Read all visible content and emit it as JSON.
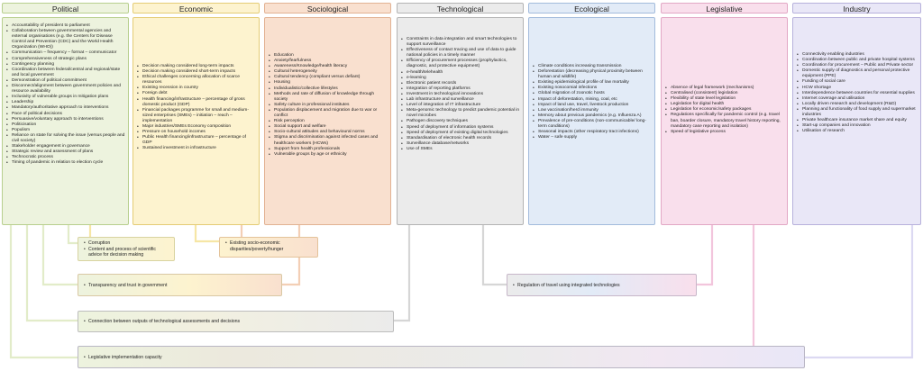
{
  "columns": {
    "political": {
      "title": "Political",
      "items": [
        "Accountability of president to parliament",
        "Collaboration between governmental agencies and external organisations (e.g. the Centers for Disease Control and Prevention (CDC) and the World Health Organization (WHO))",
        "Communication – frequency – format – communicator",
        "Comprehensiveness of strategic plans",
        "Contingency planning",
        "Coordination between federal/central and regional/state and local government",
        "Demonstration of political commitment",
        "Disconnect/alignment between government policies and resource availability",
        "Inclusivity of vulnerable groups in mitigation plans",
        "Leadership",
        "Mandatory/authoritative approach to interventions",
        "Pace of political decisions",
        "Persuasive/voluntary approach to interventions",
        "Politicisation",
        "Populism",
        "Reliance on state for solving the issue (versus people and civil society)",
        "Stakeholder engagement in governance",
        "Strategic review and assessment of plans",
        "Technocratic process",
        "Timing of pandemic in relation to election cycle"
      ]
    },
    "economic": {
      "title": "Economic",
      "items": [
        "Decision making considered long-term impacts",
        "Decision making considered short-term impacts",
        "Ethical challenges concerning allocation of scarce resources",
        "Existing recession in country",
        "Foreign debt",
        "Health financing/infrastructure – percentage of gross domestic product (GDP)",
        "Financial packages programme for small and medium-sized enterprises (SMEs) – initiation – reach – implementation",
        "Major industries/SMEs Economy composition",
        "Pressure on household incomes",
        "Public Health financing/infrastructure – percentage of GDP",
        "Sustained investment in infrastructure"
      ]
    },
    "sociological": {
      "title": "Sociological",
      "items": [
        "Education",
        "Anxiety/fearfulness",
        "Awareness/Knowledge/health literacy",
        "Cultural heterogeneity",
        "Cultural tendency (compliant versus defiant)",
        "Housing",
        "Individualistic/collective lifestyles",
        "Methods and rate of diffusion of knowledge through society",
        "Safety culture in professional institutes",
        "Population displacement and migration due to war or conflict",
        "Risk perception",
        "Social support and welfare",
        "Socio-cultural attitudes and behavioural norms",
        "Stigma and discrimination against infected cases and healthcare workers (HCWs)",
        "Support from health professionals",
        "Vulnerable groups by age or ethnicity"
      ]
    },
    "technological": {
      "title": "Technological",
      "items": [
        "Constraints in data integration and smart technologies to support surveillance",
        "Effectiveness of contact tracing and use of data to guide national policies in a timely manner",
        "Efficiency of procurement processes (prophylactics, diagnostic, and protective equipment)",
        "e-health/telehealth",
        "e-learning",
        "Electronic patient records",
        "Integration of reporting platforms",
        "Investment in technological innovations",
        "Lab infrastructure and surveillance",
        "Level of integration of IT infrastructure",
        "Meta-genomic technology to predict pandemic potential in novel microbes",
        "Pathogen discovery techniques",
        "Speed of deployment of information systems",
        "Speed of deployment of existing digital technologies",
        "Standardisation of electronic health records",
        "Surveillance database/networks",
        "Use of SMEs"
      ]
    },
    "ecological": {
      "title": "Ecological",
      "items": [
        "Climate conditions increasing transmission",
        "Deforestation (decreasing physical proximity between human and wildlife)",
        "Existing epidemiological profile of low mortality",
        "Existing nosocomial infections",
        "Global migration of zoonotic hosts",
        "Impact of deforestation, mining, coal, etc",
        "Impact of land use, travel, livestock production",
        "Low vaccination/herd immunity",
        "Memory about previous pandemics (e.g. Influenza A)",
        "Prevalence of pre-conditions (non-communicable/ long-term conditions)",
        "Seasonal impacts (other respiratory tract infections)",
        "Water – safe supply"
      ]
    },
    "legislative": {
      "title": "Legislative",
      "items": [
        "Absence of legal framework (mechanisms)",
        "Centralised (consistent) legislation",
        "Flexibility of state level legislation",
        "Legislation for digital health",
        "Legislation for economic/safety packages",
        "Regulations specifically for pandemic control (e.g. travel ban, boarder closure, mandatory travel history reporting, mandatory case reporting and isolation)",
        "Speed of legislative process"
      ]
    },
    "industry": {
      "title": "Industry",
      "items": [
        "Connectivity enabling industries",
        "Coordination between public and private hospital systems",
        "Coordination for procurement – Public and Private sector",
        "Domestic supply of diagnostics and personal protective equipment (PPE)",
        "Funding of social care",
        "HCW shortage",
        "Interdependence between countries for essential supplies",
        "Internet coverage and utilisation",
        "Locally driven research and development (R&D)",
        "Planning and functionality of food supply and supermarket industries",
        "Private healthcare insurance market share and equity",
        "Start-up companies and innovation",
        "Utilisation of research"
      ]
    }
  },
  "intersections": {
    "pol_econ": [
      "Corruption",
      "Content and process of scientific advice for decision making"
    ],
    "econ_soc": [
      "Existing socio-economic disparities/poverty/hunger"
    ],
    "transparency": [
      "Transparency and trust in government"
    ],
    "travel": [
      "Regulation of travel using integrated technologies"
    ],
    "connection": [
      "Connection between outputs of technological assessments and decisions"
    ],
    "legislative_capacity": [
      "Legislative implementation capacity"
    ]
  },
  "colors": {
    "political": {
      "fill": "#edf3de",
      "border": "#b8cf8e"
    },
    "economic": {
      "fill": "#fdf3cf",
      "border": "#e4cc75"
    },
    "sociological": {
      "fill": "#f9e0cf",
      "border": "#e2b293"
    },
    "technological": {
      "fill": "#ebebeb",
      "border": "#b4b4b4"
    },
    "ecological": {
      "fill": "#e2ebf7",
      "border": "#a2bbdc"
    },
    "legislative": {
      "fill": "#f9dfec",
      "border": "#e2a7c5"
    },
    "industry": {
      "fill": "#e9e7f7",
      "border": "#b7b1dc"
    }
  }
}
